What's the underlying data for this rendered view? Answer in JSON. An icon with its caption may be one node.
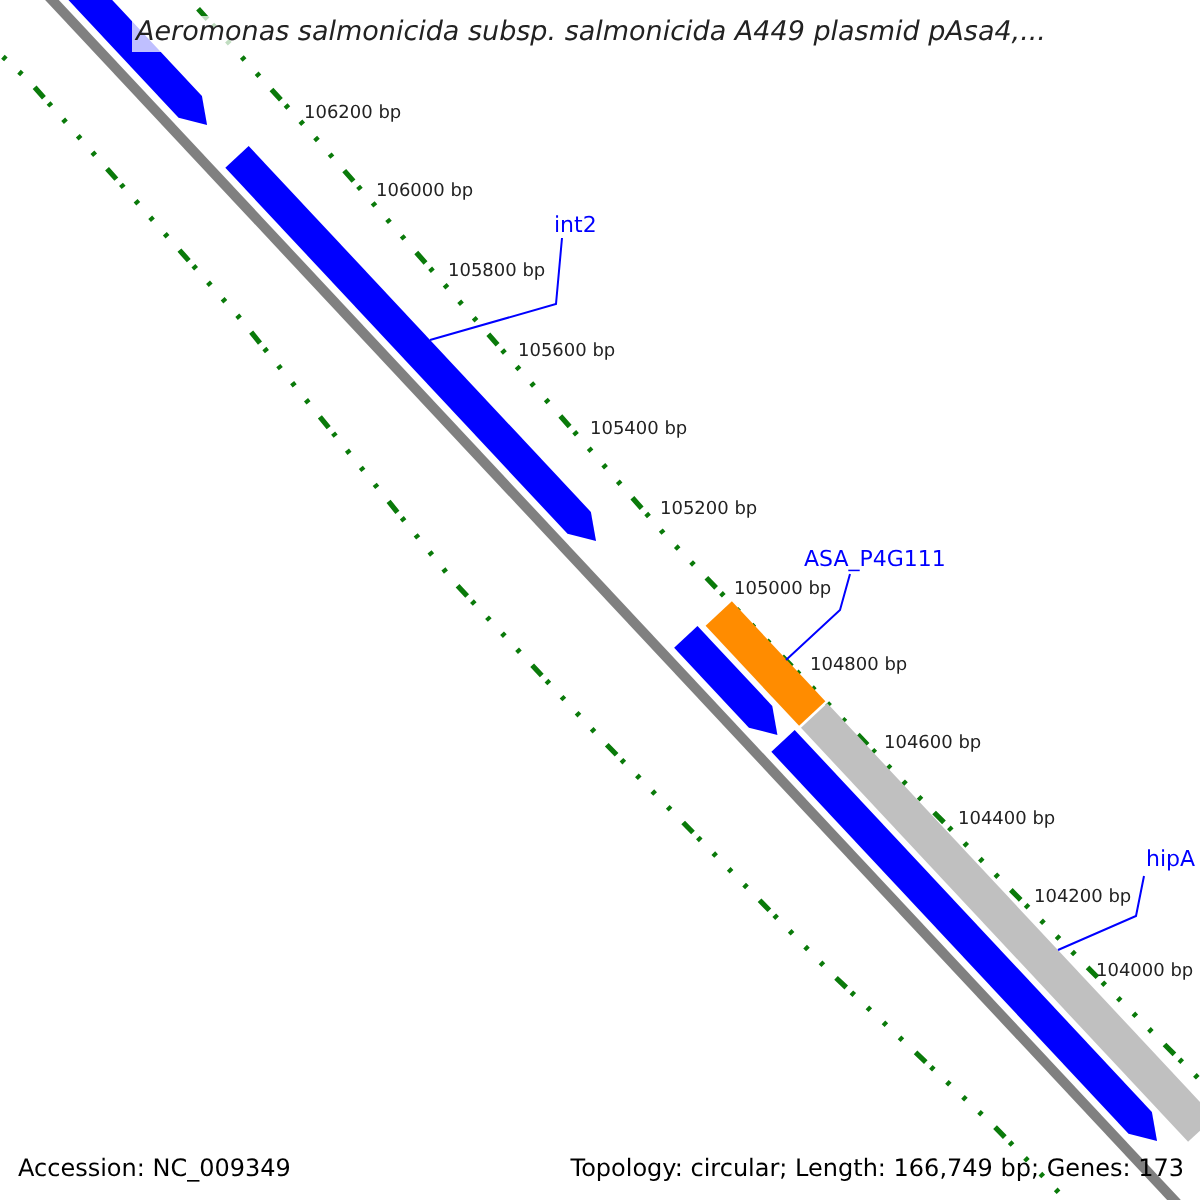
{
  "diagram": {
    "title": "Aeromonas salmonicida subsp. salmonicida A449 plasmid pAsa4,...",
    "nodes": [
      {
        "text": [],
        "shape": "bar"
      },
      {
        "text": [
          "int2"
        ]
      },
      {
        "text": [],
        "shape": "bar"
      },
      {
        "text": [
          "ASA_P4G111"
        ]
      },
      {
        "text": [],
        "shape": "bar"
      },
      {
        "text": [],
        "shape": "bar"
      },
      {
        "text": [
          "hipA"
        ]
      },
      {
        "text": [],
        "shape": "bar"
      },
      {
        "text": [],
        "shape": "bar"
      }
    ],
    "edges": [
      {
        "from": 1,
        "to": 2,
        "arrow": "none"
      },
      {
        "from": 3,
        "to": 4,
        "arrow": "none"
      },
      {
        "from": 6,
        "to": 7,
        "arrow": "none"
      }
    ],
    "labels": [
      "106200 bp",
      "106000 bp",
      "105800 bp",
      "105600 bp",
      "105400 bp",
      "105200 bp",
      "105000 bp",
      "104800 bp",
      "104600 bp",
      "104400 bp",
      "104200 bp",
      "104000 bp",
      "Accession: NC_009349",
      "Topology: circular; Length: 166,749 bp; Genes: 173"
    ]
  }
}
